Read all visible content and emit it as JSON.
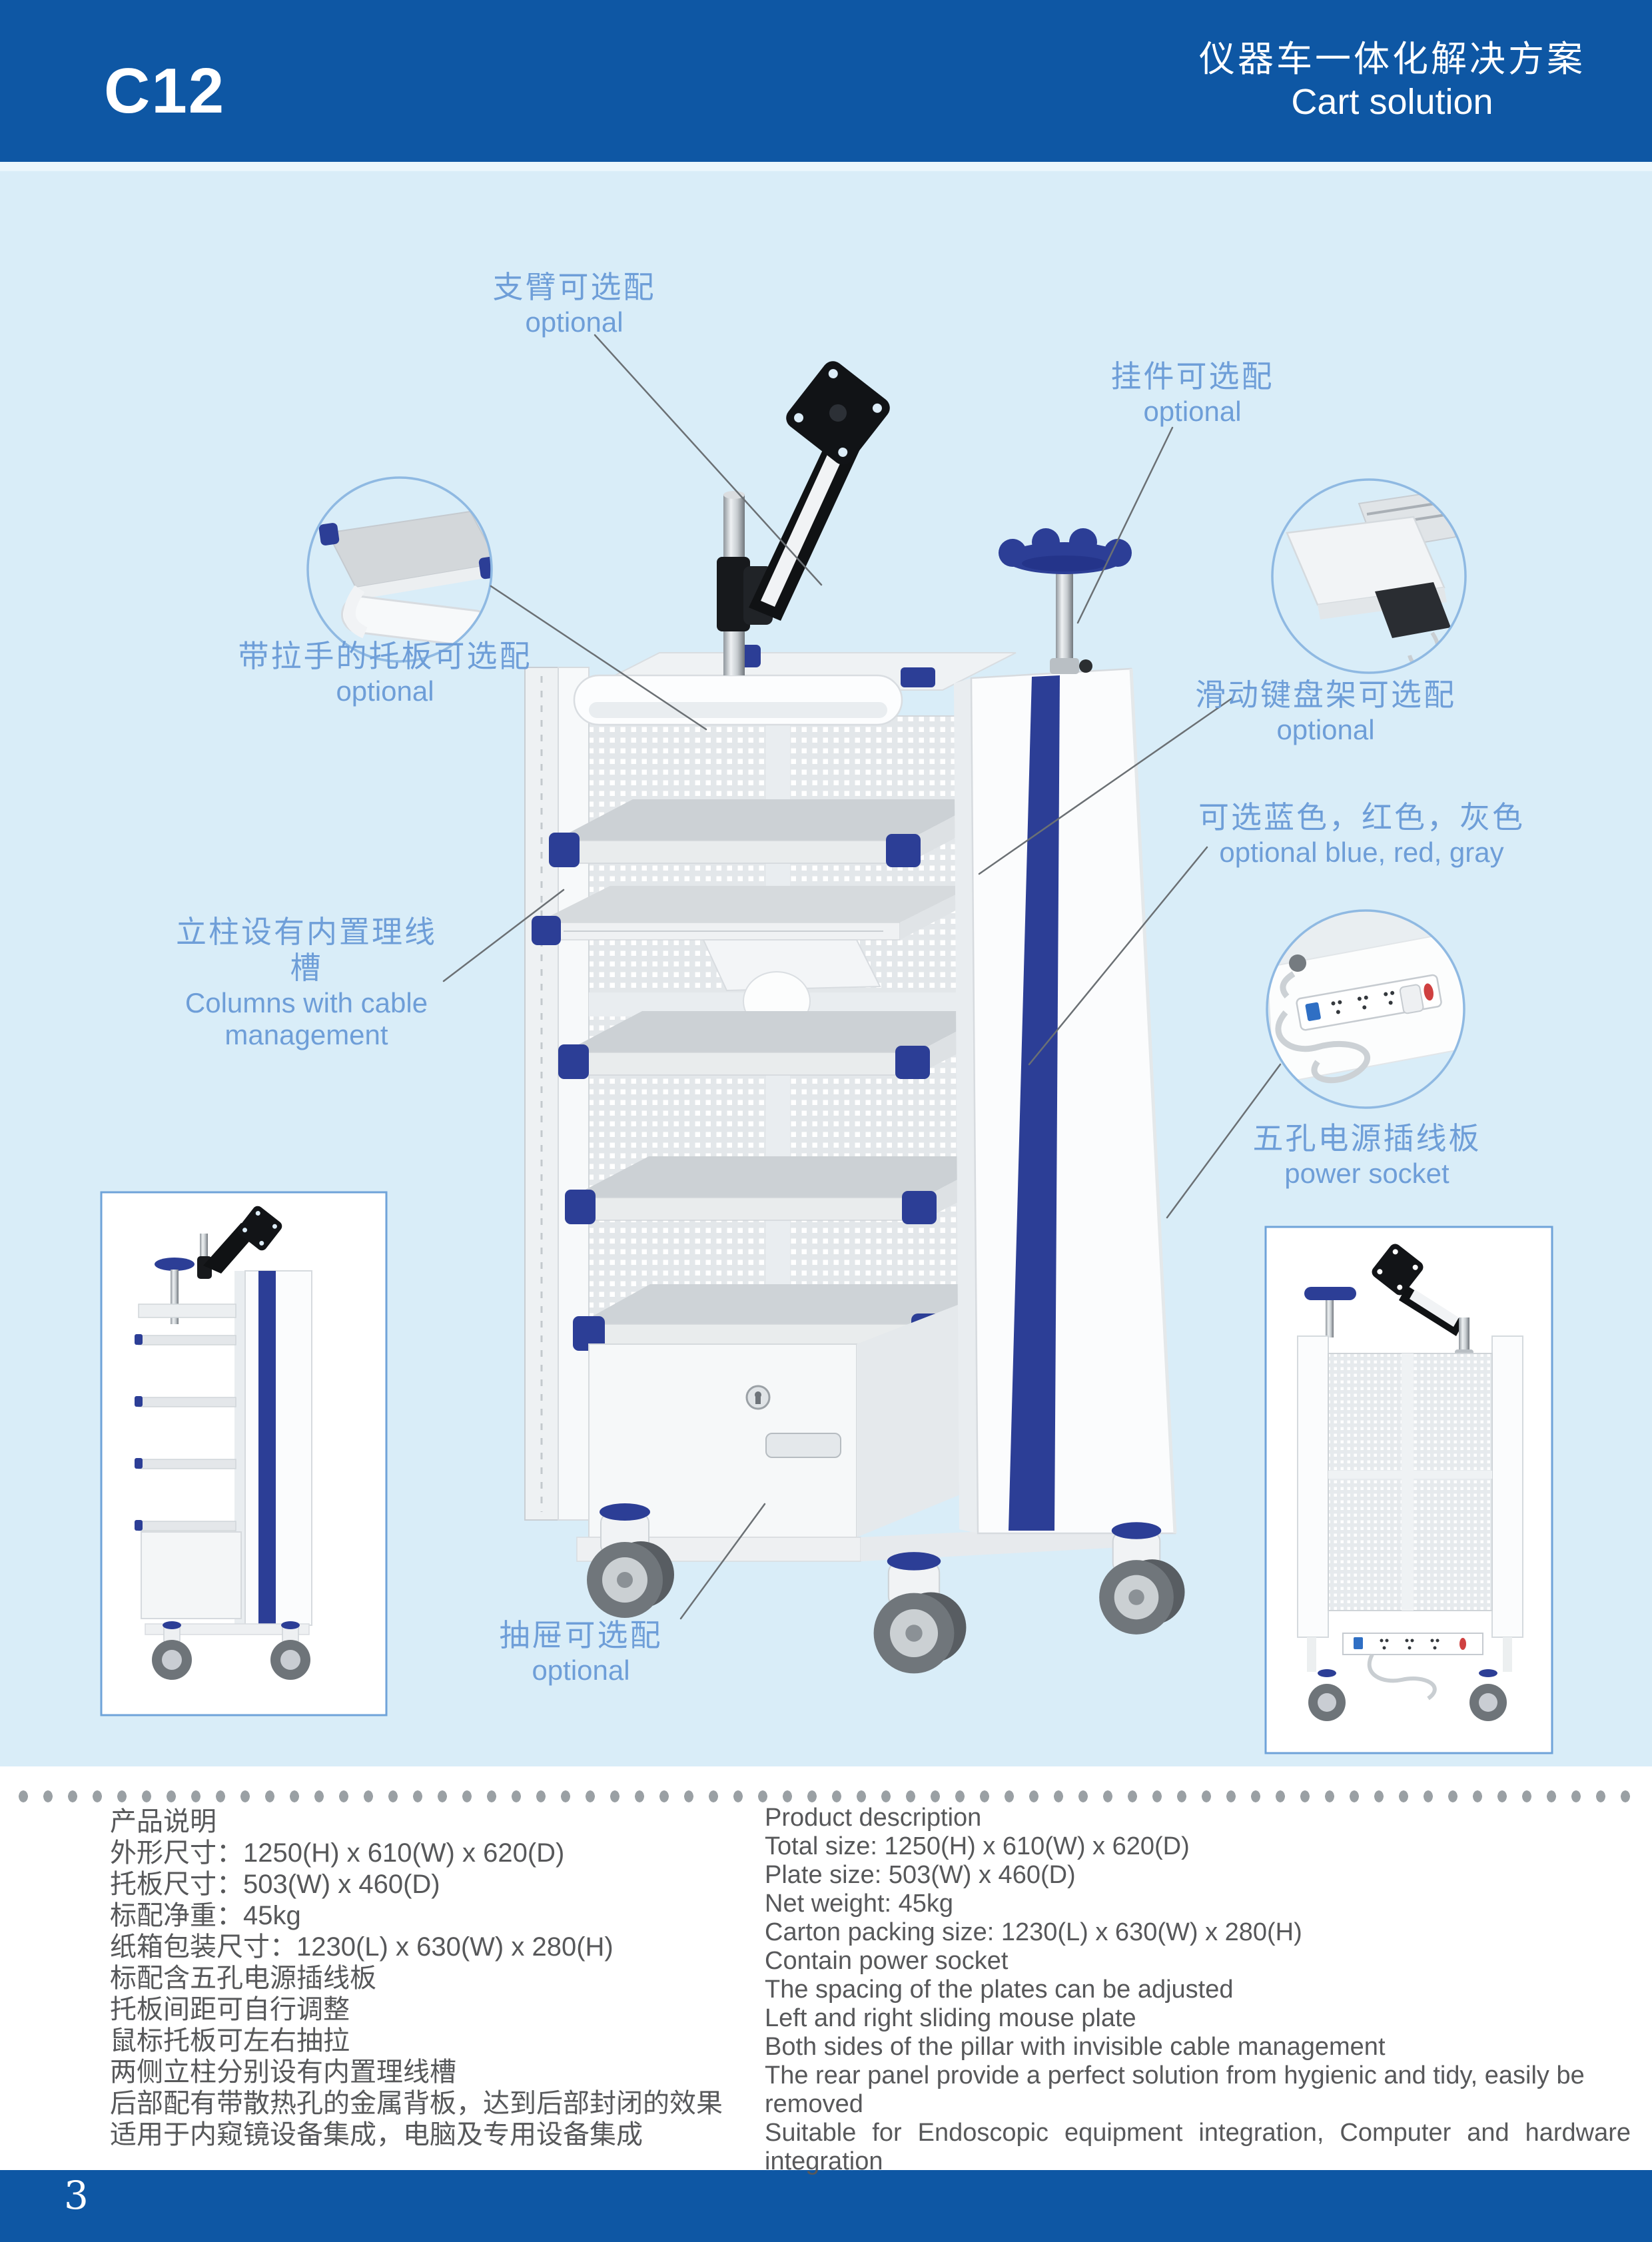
{
  "theme": {
    "header_blue": "#0e57a4",
    "light_blue_bg": "#d9edf8",
    "accent_navy": "#2c3e96",
    "callout_text_blue": "#6e9ed8",
    "body_text_gray": "#57585a",
    "inset_border_blue": "#6fa3d9"
  },
  "header": {
    "model": "C12",
    "title_zh": "仪器车一体化解决方案",
    "title_en": "Cart solution"
  },
  "callouts": {
    "arm_mount": {
      "zh": "支臂可选配",
      "en": "optional"
    },
    "hanger": {
      "zh": "挂件可选配",
      "en": "optional"
    },
    "handle_plate": {
      "zh": "带拉手的托板可选配",
      "en": "optional"
    },
    "keyboard": {
      "zh": "滑动键盘架可选配",
      "en": "optional"
    },
    "color_options": {
      "zh": "可选蓝色，红色，灰色",
      "en": "optional blue, red, gray"
    },
    "cable_columns": {
      "zh": "立柱设有内置理线槽",
      "en": "Columns with cable management"
    },
    "power_socket": {
      "zh": "五孔电源插线板",
      "en": "power socket"
    },
    "drawer": {
      "zh": "抽屉可选配",
      "en": "optional"
    }
  },
  "description_zh": {
    "title": "产品说明",
    "lines": [
      "外形尺寸：1250(H) x 610(W) x 620(D)",
      "托板尺寸：503(W) x 460(D)",
      "标配净重：45kg",
      "纸箱包装尺寸：1230(L) x 630(W) x 280(H)",
      "标配含五孔电源插线板",
      "托板间距可自行调整",
      "鼠标托板可左右抽拉",
      "两侧立柱分别设有内置理线槽",
      "后部配有带散热孔的金属背板，达到后部封闭的效果",
      "适用于内窥镜设备集成，电脑及专用设备集成"
    ]
  },
  "description_en": {
    "title": "Product description",
    "lines": [
      "Total size: 1250(H) x 610(W) x 620(D)",
      "Plate size: 503(W) x 460(D)",
      "Net weight: 45kg",
      "Carton packing size: 1230(L) x 630(W) x 280(H)",
      "Contain power socket",
      "The spacing of the plates can be adjusted",
      "Left and right sliding mouse plate",
      "Both sides of the pillar with invisible cable management",
      "The rear panel provide a perfect solution from hygienic and tidy, easily be removed",
      "Suitable for Endoscopic equipment integration, Computer and hardware integration"
    ]
  },
  "footer": {
    "page_number": "3"
  }
}
